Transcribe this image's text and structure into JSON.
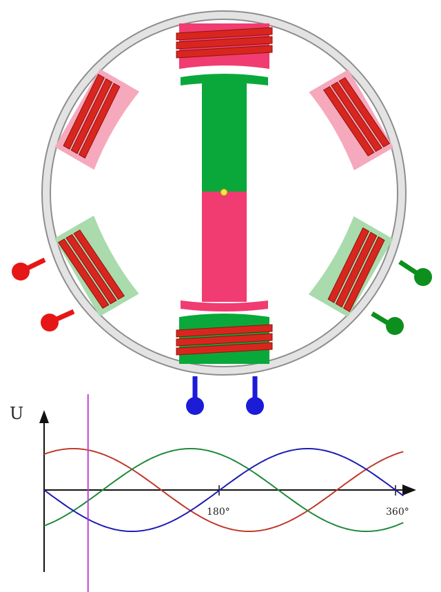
{
  "axis": {
    "y_label": "U",
    "tick_180": "180°",
    "tick_360": "360°"
  },
  "colors": {
    "ring": "#e3e3e3",
    "ring_stroke": "#8d8d8d",
    "pole_red": "#f03c70",
    "pole_pink": "#f6a9bc",
    "pole_green": "#0aa83a",
    "pole_lightgreen": "#a9dbad",
    "winding": "#d8261e",
    "winding_dark": "#8a1410",
    "terminal_red": "#e61616",
    "terminal_green": "#0d8f1e",
    "terminal_blue": "#1b1bd8",
    "curve_red": "#c0392b",
    "curve_green": "#1f8a3a",
    "curve_blue": "#1d1db0",
    "marker": "#c040d0",
    "axis": "#111111"
  },
  "chart_data": {
    "type": "line",
    "x_unit": "degrees",
    "xlim": [
      0,
      360
    ],
    "ylim": [
      -1,
      1
    ],
    "marker_line_x": 45,
    "x_ticks": [
      180,
      360
    ],
    "series": [
      {
        "color": "#c0392b",
        "phase_deg": 0,
        "x": [
          0,
          45,
          90,
          135,
          180,
          225,
          270,
          315,
          360
        ],
        "y": [
          0.87,
          0.97,
          0.5,
          -0.26,
          -0.87,
          -0.97,
          -0.5,
          0.26,
          0.87
        ]
      },
      {
        "color": "#1f8a3a",
        "phase_deg": -120,
        "x": [
          0,
          45,
          90,
          135,
          180,
          225,
          270,
          315,
          360
        ],
        "y": [
          -0.87,
          -0.26,
          0.5,
          0.97,
          0.87,
          0.26,
          -0.5,
          -0.97,
          -0.87
        ]
      },
      {
        "color": "#1d1db0",
        "phase_deg": 120,
        "x": [
          0,
          45,
          90,
          135,
          180,
          225,
          270,
          315,
          360
        ],
        "y": [
          0.0,
          -0.71,
          -1.0,
          -0.71,
          0.0,
          0.71,
          1.0,
          0.71,
          0.0
        ]
      }
    ]
  }
}
